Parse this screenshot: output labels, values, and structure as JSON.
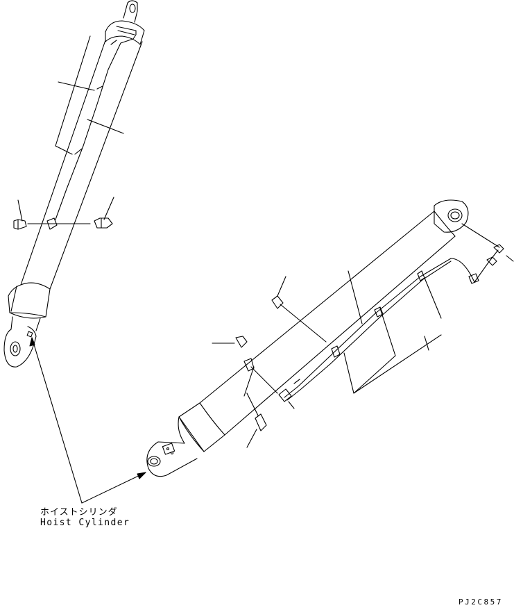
{
  "callout": {
    "label_ja": "ホイストシリンダ",
    "label_en": "Hoist Cylinder"
  },
  "drawing_code": "PJ2C857",
  "style": {
    "line_color": "#000000",
    "background": "#ffffff"
  }
}
